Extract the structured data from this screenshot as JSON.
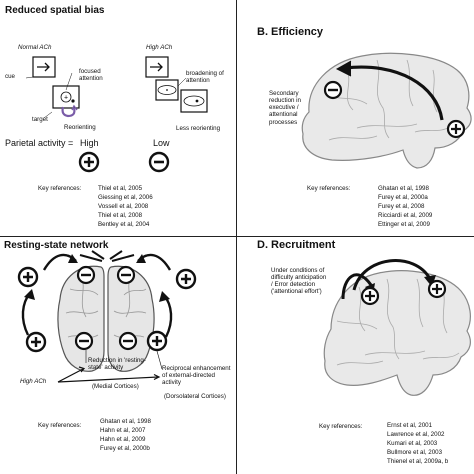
{
  "panel_a": {
    "title": "Reduced spatial bias",
    "normal_ach": "Normal ACh",
    "high_ach": "High ACh",
    "cue": "cue",
    "target": "target",
    "focused_attention": "focused attention",
    "broadening_attention": "broadening of attention",
    "reorienting": "Reorienting",
    "less_reorienting": "Less reorienting",
    "parietal_label": "Parietal activity =",
    "high": "High",
    "low": "Low",
    "key_references_label": "Key references:",
    "references": [
      "Thiel et al, 2005",
      "Giessing et al, 2006",
      "Vossell et al, 2008",
      "Thiel et al, 2008",
      "Bentley et al, 2004"
    ]
  },
  "panel_b": {
    "title": "B. Efficiency",
    "annotation": "Secondary reduction in executive / attentional processes",
    "key_references_label": "Key references:",
    "references": [
      "Ghatan et al, 1998",
      "Furey et al, 2000a",
      "Furey et al, 2008",
      "Ricciardi et al, 2009",
      "Ettinger et al, 2009"
    ]
  },
  "panel_c": {
    "title": "Resting-state network",
    "reduction_text": "Reduction in 'resting-state' activity",
    "medial_cortices": "(Medial Cortices)",
    "reciprocal_text": "Reciprocal enhancement of external-directed activity",
    "dorsolateral_cortices": "(Dorsolateral Cortices)",
    "high_ach": "High ACh",
    "key_references_label": "Key references:",
    "references": [
      "Ghatan et al, 1998",
      "Hahn et al, 2007",
      "Hahn et al, 2009",
      "Furey et al, 2000b"
    ]
  },
  "panel_d": {
    "title": "D. Recruitment",
    "annotation": "Under conditions of difficulty anticipation / Error detection ('attentional effort')",
    "key_references_label": "Key references:",
    "references": [
      "Ernst et al, 2001",
      "Lawrence et al, 2002",
      "Kumari et al, 2003",
      "Bullmore et al, 2003",
      "Thienel et al, 2009a, b"
    ]
  },
  "symbols": {
    "plus": "+",
    "minus": "−"
  }
}
